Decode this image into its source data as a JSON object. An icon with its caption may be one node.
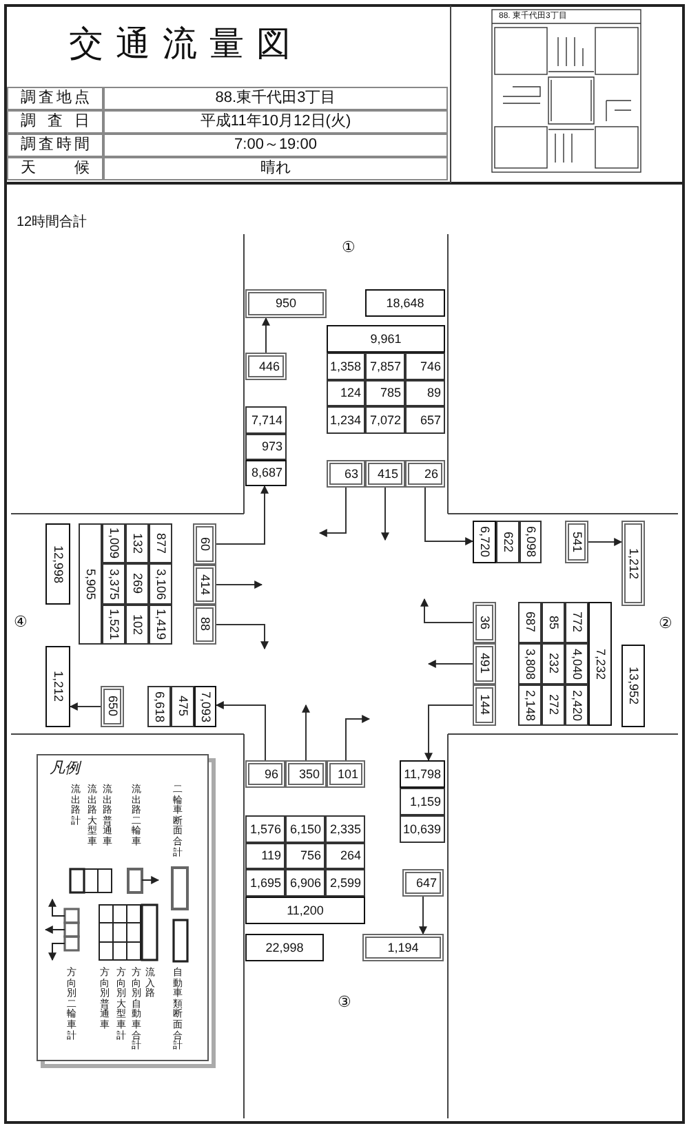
{
  "diagram": {
    "title": "交通流量図",
    "nodes": [
      {
        "text": [
          "950"
        ]
      },
      {
        "text": [
          "18,648"
        ]
      },
      {
        "text": [
          "9,961"
        ]
      },
      {
        "text": [
          "1,358"
        ]
      },
      {
        "text": [
          "7,857"
        ]
      },
      {
        "text": [
          "746"
        ]
      },
      {
        "text": [
          "124"
        ]
      },
      {
        "text": [
          "785"
        ]
      },
      {
        "text": [
          "89"
        ]
      },
      {
        "text": [
          "1,234"
        ]
      },
      {
        "text": [
          "7,072"
        ]
      },
      {
        "text": [
          "657"
        ]
      },
      {
        "text": [
          "446"
        ]
      },
      {
        "text": [
          "7,714"
        ]
      },
      {
        "text": [
          "973"
        ]
      },
      {
        "text": [
          "8,687"
        ]
      },
      {
        "text": [
          "63"
        ]
      },
      {
        "text": [
          "415"
        ]
      },
      {
        "text": [
          "26"
        ]
      },
      {
        "text": [
          "12,998"
        ]
      },
      {
        "text": [
          "5,905"
        ]
      },
      {
        "text": [
          "1,009"
        ]
      },
      {
        "text": [
          "3,375"
        ]
      },
      {
        "text": [
          "1,521"
        ]
      },
      {
        "text": [
          "132"
        ]
      },
      {
        "text": [
          "269"
        ]
      },
      {
        "text": [
          "102"
        ]
      },
      {
        "text": [
          "877"
        ]
      },
      {
        "text": [
          "3,106"
        ]
      },
      {
        "text": [
          "1,419"
        ]
      },
      {
        "text": [
          "60"
        ]
      },
      {
        "text": [
          "414"
        ]
      },
      {
        "text": [
          "88"
        ]
      },
      {
        "text": [
          "1,212"
        ]
      },
      {
        "text": [
          "650"
        ]
      },
      {
        "text": [
          "6,618"
        ]
      },
      {
        "text": [
          "475"
        ]
      },
      {
        "text": [
          "7,093"
        ]
      },
      {
        "text": [
          "6,720"
        ]
      },
      {
        "text": [
          "622"
        ]
      },
      {
        "text": [
          "6,098"
        ]
      },
      {
        "text": [
          "541"
        ]
      },
      {
        "text": [
          "1,212"
        ]
      },
      {
        "text": [
          "36"
        ]
      },
      {
        "text": [
          "491"
        ]
      },
      {
        "text": [
          "144"
        ]
      },
      {
        "text": [
          "687"
        ]
      },
      {
        "text": [
          "3,808"
        ]
      },
      {
        "text": [
          "2,148"
        ]
      },
      {
        "text": [
          "85"
        ]
      },
      {
        "text": [
          "232"
        ]
      },
      {
        "text": [
          "272"
        ]
      },
      {
        "text": [
          "772"
        ]
      },
      {
        "text": [
          "4,040"
        ]
      },
      {
        "text": [
          "2,420"
        ]
      },
      {
        "text": [
          "7,232"
        ]
      },
      {
        "text": [
          "13,952"
        ]
      },
      {
        "text": [
          "96"
        ]
      },
      {
        "text": [
          "350"
        ]
      },
      {
        "text": [
          "101"
        ]
      },
      {
        "text": [
          "11,798"
        ]
      },
      {
        "text": [
          "1,159"
        ]
      },
      {
        "text": [
          "10,639"
        ]
      },
      {
        "text": [
          "1,576"
        ]
      },
      {
        "text": [
          "6,150"
        ]
      },
      {
        "text": [
          "2,335"
        ]
      },
      {
        "text": [
          "119"
        ]
      },
      {
        "text": [
          "756"
        ]
      },
      {
        "text": [
          "264"
        ]
      },
      {
        "text": [
          "1,695"
        ]
      },
      {
        "text": [
          "6,906"
        ]
      },
      {
        "text": [
          "2,599"
        ]
      },
      {
        "text": [
          "11,200"
        ]
      },
      {
        "text": [
          "647"
        ]
      },
      {
        "text": [
          "22,998"
        ]
      },
      {
        "text": [
          "1,194"
        ]
      }
    ],
    "edges": [
      {
        "from": 12,
        "to": 0,
        "arrow": "to"
      },
      {
        "from": 16,
        "to": null,
        "arrow": "to"
      },
      {
        "from": 17,
        "to": null,
        "arrow": "to"
      },
      {
        "from": 18,
        "to": 38,
        "arrow": "to"
      },
      {
        "from": 30,
        "to": 15,
        "arrow": "to"
      },
      {
        "from": 31,
        "to": null,
        "arrow": "to"
      },
      {
        "from": 32,
        "to": null,
        "arrow": "to"
      },
      {
        "from": 34,
        "to": 33,
        "arrow": "to"
      },
      {
        "from": 57,
        "to": 37,
        "arrow": "to"
      },
      {
        "from": 58,
        "to": null,
        "arrow": "to"
      },
      {
        "from": 59,
        "to": null,
        "arrow": "to"
      },
      {
        "from": 41,
        "to": 42,
        "arrow": "to"
      },
      {
        "from": 43,
        "to": null,
        "arrow": "to"
      },
      {
        "from": 44,
        "to": null,
        "arrow": "to"
      },
      {
        "from": 45,
        "to": 60,
        "arrow": "to"
      },
      {
        "from": 73,
        "to": 75,
        "arrow": "to"
      }
    ],
    "labels": [
      "調査地点",
      "88.東千代田3丁目",
      "調 査 日",
      "平成11年10月12日(火)",
      "調査時間",
      "7:00～19:00",
      "天 候",
      "晴れ",
      "88. 東千代田3丁目",
      "12時間合計",
      "①",
      "④",
      "②",
      "③",
      "凡例"
    ],
    "legend": [
      {
        "text": "二輪車断面合計"
      },
      {
        "text": "流出路二輪車"
      },
      {
        "text": "流出路普通車"
      },
      {
        "text": "流出路大型車"
      },
      {
        "text": "流出路計"
      },
      {
        "text": "自動車類断面合計"
      },
      {
        "text": "流入路"
      },
      {
        "text": "方向別自動車合計"
      },
      {
        "text": "方向別大型車計"
      },
      {
        "text": "方向別普通車"
      },
      {
        "text": "方向別二輪車計"
      }
    ]
  }
}
